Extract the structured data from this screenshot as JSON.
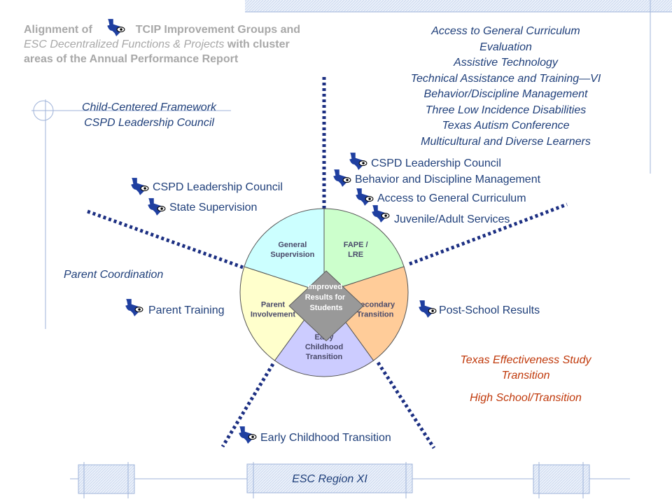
{
  "title": {
    "line1_a": "Alignment of",
    "line1_b": "TCIP Improvement Groups and",
    "line2_a": "ESC Decentralized Functions & Projects",
    "line2_b": "with cluster",
    "line3": "areas of the Annual Performance Report"
  },
  "top_right_list": [
    "Access to General Curriculum",
    "Evaluation",
    "Assistive Technology",
    "Technical Assistance and Training—VI",
    "Behavior/Discipline Management",
    "Three Low Incidence Disabilities",
    "Texas Autism Conference",
    "Multicultural and Diverse Learners"
  ],
  "child_centered": {
    "line1": "Child-Centered Framework",
    "line2": "CSPD Leadership Council"
  },
  "upper_left_items": [
    "CSPD Leadership Council",
    "State Supervision"
  ],
  "upper_right_items": [
    "CSPD Leadership Council",
    "Behavior and Discipline Management",
    "Access to General Curriculum",
    "Juvenile/Adult Services"
  ],
  "parent_coordination": "Parent Coordination",
  "parent_training": "Parent Training",
  "post_school": "Post-School Results",
  "texas_effectiveness": {
    "line1": "Texas Effectiveness Study",
    "line2": "Transition"
  },
  "high_school": "High School/Transition",
  "early_childhood_label": "Early Childhood Transition",
  "footer": "ESC Region XI",
  "segments": [
    {
      "key": "general_supervision",
      "lines": [
        "General",
        "Supervision"
      ],
      "color": "#ccffff"
    },
    {
      "key": "fape_lre",
      "lines": [
        "FAPE /",
        "LRE"
      ],
      "color": "#ccffcc"
    },
    {
      "key": "secondary_transition",
      "lines": [
        "Secondary",
        "Transition"
      ],
      "color": "#ffcc99"
    },
    {
      "key": "early_childhood_transition",
      "lines": [
        "Early",
        "Childhood",
        "Transition"
      ],
      "color": "#ccccff"
    },
    {
      "key": "parent_involvement",
      "lines": [
        "Parent",
        "Involvement"
      ],
      "color": "#ffffcc"
    }
  ],
  "center": {
    "lines": [
      "Improved",
      "Results  for",
      "Students"
    ],
    "color": "#999999"
  },
  "colors": {
    "text_blue": "#1f3f7a",
    "dotted_line": "#1c2f82",
    "title_gray": "#a8a8a8",
    "accent_red": "#c0390b",
    "texas_icon": "#1f3fa0",
    "footer_box": "#e3ecf8"
  },
  "icons": [
    "texas-map-icon",
    "eye-icon"
  ]
}
